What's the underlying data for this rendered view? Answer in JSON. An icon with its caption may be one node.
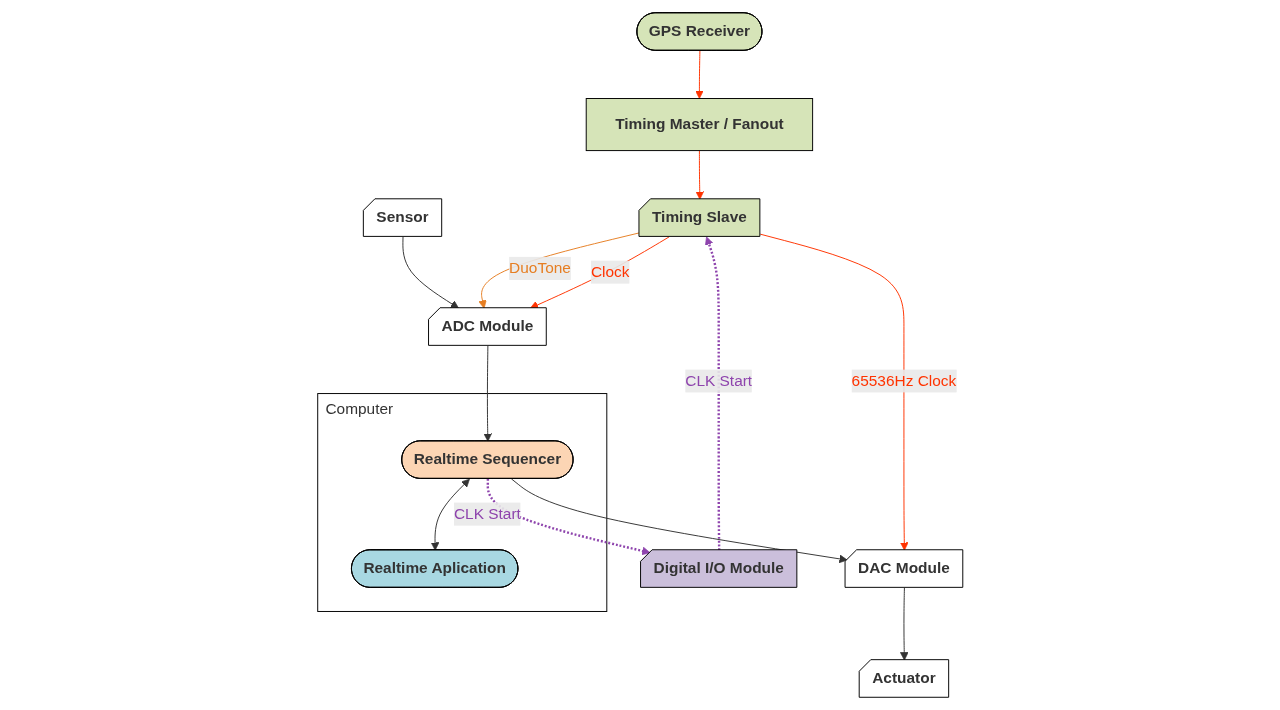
{
  "diagram": {
    "nodes": [
      {
        "text": [
          "GPS Receiver"
        ]
      },
      {
        "text": [
          "Timing Master / Fanout"
        ]
      },
      {
        "text": [
          "Timing Slave"
        ]
      },
      {
        "text": [
          "Actuator"
        ]
      },
      {
        "text": [
          "DAC Module"
        ]
      },
      {
        "text": [
          "Digital I/O Module"
        ]
      },
      {
        "text": [
          "ADC Module"
        ]
      },
      {
        "text": [
          "Sensor"
        ]
      },
      {
        "text": [
          "Computer"
        ]
      },
      {
        "text": [
          "Realtime Sequencer"
        ],
        "in": 8
      },
      {
        "text": [
          "Realtime Aplication"
        ],
        "in": 8
      }
    ],
    "edges": [
      {
        "from": 0,
        "to": 1,
        "arrow": "to",
        "color": "#ff3300"
      },
      {
        "from": 1,
        "to": 2,
        "arrow": "to",
        "color": "#ff3300"
      },
      {
        "from": 2,
        "to": 4,
        "label": "65536Hz Clock",
        "arrow": "to",
        "color": "#ff3300"
      },
      {
        "from": 2,
        "to": 6,
        "label": "Clock",
        "arrow": "to",
        "color": "#ff3300"
      },
      {
        "from": 5,
        "to": 2,
        "label": "CLK Start",
        "arrow": "to",
        "style": "dashed",
        "color": "#8e44ad"
      },
      {
        "from": 9,
        "to": 5,
        "label": "CLK Start",
        "arrow": "to",
        "style": "dashed",
        "color": "#8e44ad"
      },
      {
        "from": 2,
        "to": 6,
        "label": "DuoTone",
        "arrow": "to",
        "color": "#e67e22"
      },
      {
        "from": 4,
        "to": 3,
        "arrow": "to"
      },
      {
        "from": 9,
        "to": 4,
        "arrow": "to"
      },
      {
        "from": 6,
        "to": 9,
        "arrow": "to"
      },
      {
        "from": 9,
        "to": 10,
        "arrow": "both"
      },
      {
        "from": 7,
        "to": 6,
        "arrow": "to"
      }
    ]
  }
}
